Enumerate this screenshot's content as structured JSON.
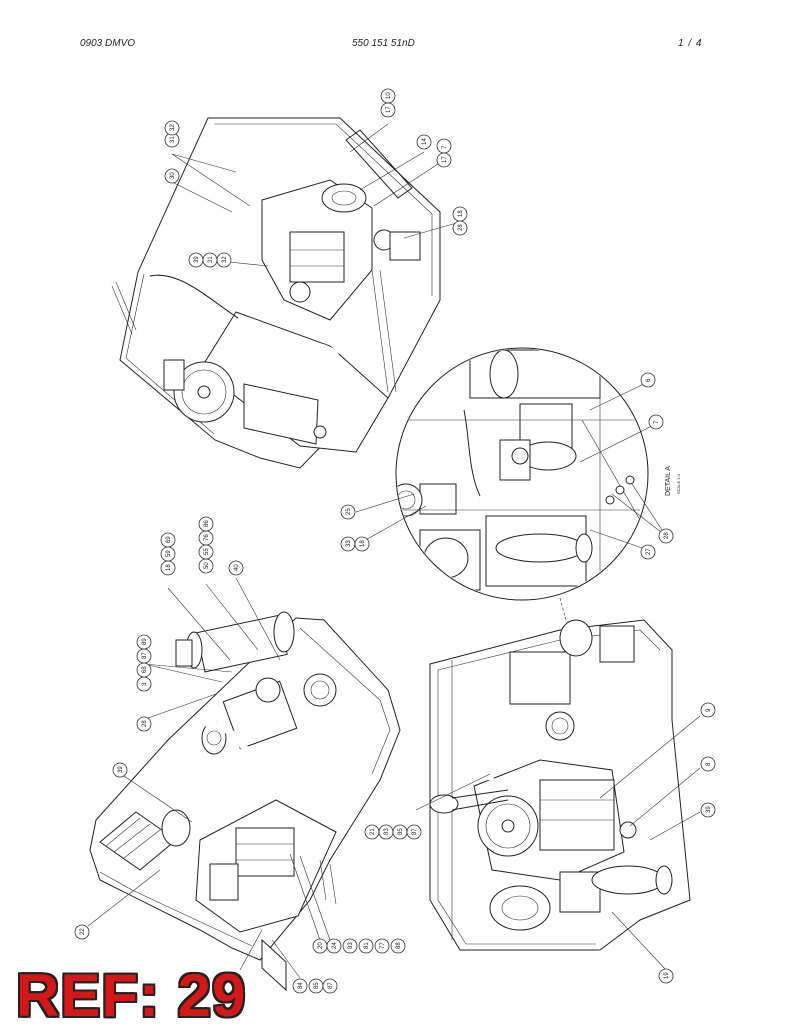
{
  "header": {
    "left": "0903 DMVO",
    "center": "550 151 51nD",
    "right": "1 /  4"
  },
  "detail": {
    "label": "DETAIL A",
    "scale": "SCALE 1:4"
  },
  "views": {
    "top_view": {
      "callouts": [
        "10",
        "17",
        "14",
        "7",
        "17",
        "18",
        "28",
        "31",
        "32",
        "30",
        "39",
        "31",
        "32"
      ]
    },
    "detail_view": {
      "callouts": [
        "6",
        "7",
        "28",
        "27",
        "25",
        "33",
        "18"
      ]
    },
    "left_view": {
      "callouts": [
        "18",
        "59",
        "69",
        "86",
        "50",
        "55",
        "76",
        "40",
        "3",
        "68",
        "87",
        "89",
        "28",
        "39",
        "22",
        "84",
        "85",
        "87",
        "20",
        "24",
        "83",
        "81",
        "77",
        "88"
      ]
    },
    "right_view": {
      "callouts": [
        "9",
        "8",
        "39",
        "21",
        "83",
        "85",
        "87",
        "19"
      ]
    }
  },
  "stamp": {
    "text": "REF: 29",
    "color": "#d41818"
  }
}
